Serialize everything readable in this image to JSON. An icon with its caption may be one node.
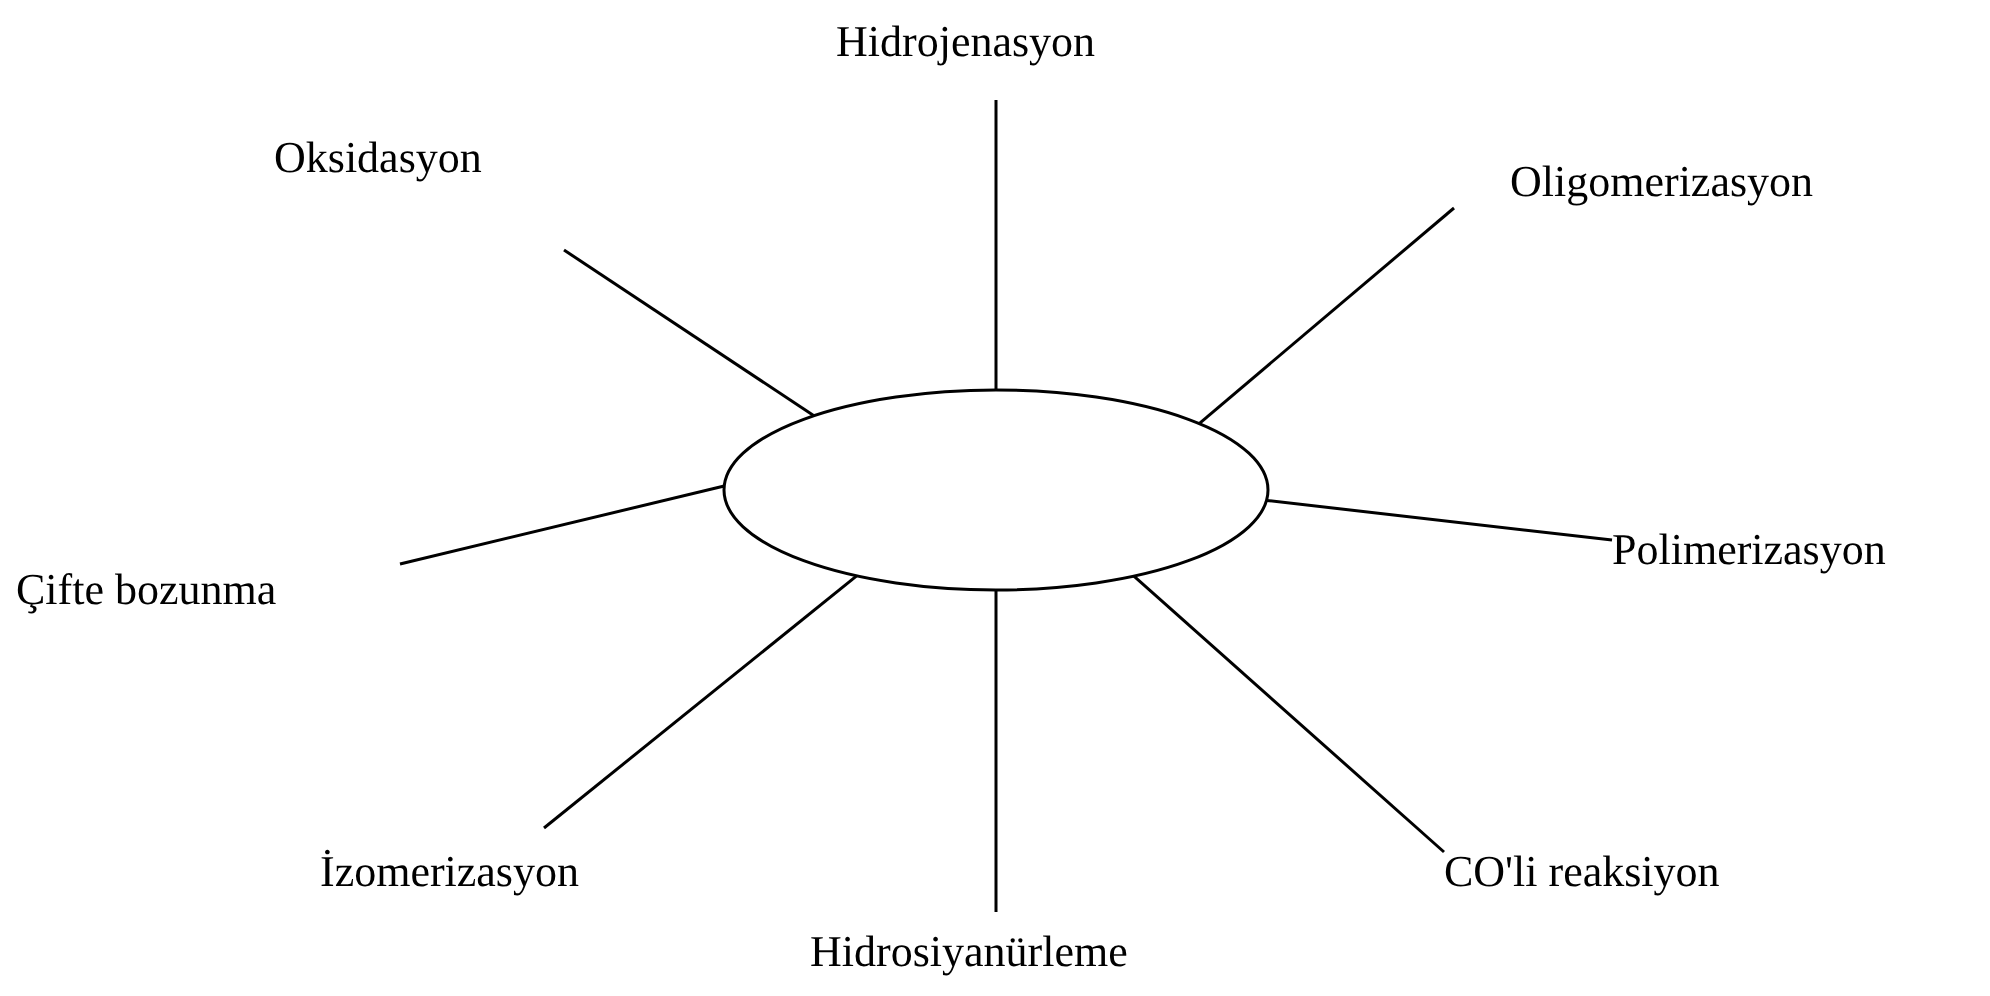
{
  "diagram": {
    "nodes": [
      {
        "text": [],
        "shape": "ellipse"
      },
      {
        "text": [
          "Hidrojenasyon"
        ]
      },
      {
        "text": [
          "Oligomerizasyon"
        ]
      },
      {
        "text": [
          "Polimerizasyon"
        ]
      },
      {
        "text": [
          "CO'li reaksiyon"
        ]
      },
      {
        "text": [
          "Hidrosiyanürleme"
        ]
      },
      {
        "text": [
          "İzomerizasyon"
        ]
      },
      {
        "text": [
          "Çifte bozunma"
        ]
      },
      {
        "text": [
          "Oksidasyon"
        ]
      }
    ],
    "edges": [
      {
        "from": 0,
        "to": 1,
        "arrow": "none"
      },
      {
        "from": 0,
        "to": 2,
        "arrow": "none"
      },
      {
        "from": 0,
        "to": 3,
        "arrow": "none"
      },
      {
        "from": 0,
        "to": 4,
        "arrow": "none"
      },
      {
        "from": 0,
        "to": 5,
        "arrow": "none"
      },
      {
        "from": 0,
        "to": 6,
        "arrow": "none"
      },
      {
        "from": 0,
        "to": 7,
        "arrow": "none"
      },
      {
        "from": 0,
        "to": 8,
        "arrow": "none"
      }
    ]
  }
}
